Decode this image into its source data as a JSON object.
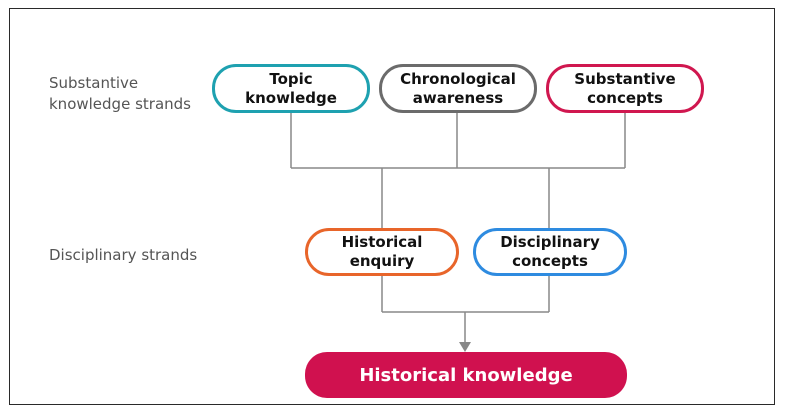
{
  "labels": {
    "substantive": "Substantive knowledge strands",
    "disciplinary": "Disciplinary strands"
  },
  "nodes": {
    "topic": {
      "line1": "Topic",
      "line2": "knowledge",
      "color": "#1ea1b0"
    },
    "chronological": {
      "line1": "Chronological",
      "line2": "awareness",
      "color": "#6b6b6b"
    },
    "substantive_concepts": {
      "line1": "Substantive",
      "line2": "concepts",
      "color": "#d0174f"
    },
    "enquiry": {
      "line1": "Historical",
      "line2": "enquiry",
      "color": "#e8652a"
    },
    "disciplinary_concepts": {
      "line1": "Disciplinary",
      "line2": "concepts",
      "color": "#2e8be0"
    }
  },
  "final": {
    "label": "Historical knowledge",
    "color": "#d0114f"
  },
  "connector_color": "#888888"
}
